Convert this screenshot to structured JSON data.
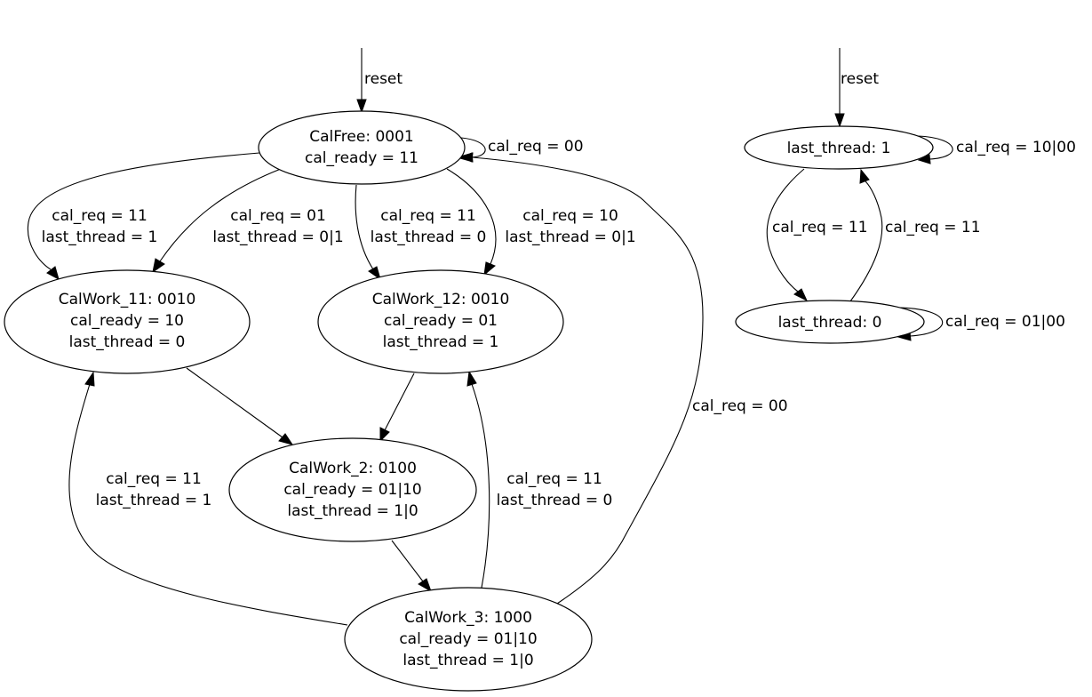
{
  "graphs": [
    {
      "name": "cal-state-machine",
      "reset_label": "reset",
      "nodes": {
        "calfree": [
          "CalFree: 0001",
          "cal_ready = 11"
        ],
        "calwork11": [
          "CalWork_11: 0010",
          "cal_ready = 10",
          "last_thread = 0"
        ],
        "calwork12": [
          "CalWork_12: 0010",
          "cal_ready = 01",
          "last_thread = 1"
        ],
        "calwork2": [
          "CalWork_2: 0100",
          "cal_ready = 01|10",
          "last_thread = 1|0"
        ],
        "calwork3": [
          "CalWork_3: 1000",
          "cal_ready = 01|10",
          "last_thread = 1|0"
        ]
      },
      "edges": {
        "calfree_self": [
          "cal_req = 00"
        ],
        "calfree_to_calwork11_a": [
          "cal_req = 11",
          "last_thread = 1"
        ],
        "calfree_to_calwork11_b": [
          "cal_req = 01",
          "last_thread = 0|1"
        ],
        "calfree_to_calwork12_a": [
          "cal_req = 11",
          "last_thread = 0"
        ],
        "calfree_to_calwork12_b": [
          "cal_req = 10",
          "last_thread = 0|1"
        ],
        "calwork3_to_calwork11": [
          "cal_req = 11",
          "last_thread = 1"
        ],
        "calwork3_to_calwork12": [
          "cal_req = 11",
          "last_thread = 0"
        ],
        "calwork3_to_calfree": [
          "cal_req = 00"
        ]
      }
    },
    {
      "name": "last-thread-machine",
      "reset_label": "reset",
      "nodes": {
        "lt1": [
          "last_thread: 1"
        ],
        "lt0": [
          "last_thread: 0"
        ]
      },
      "edges": {
        "lt1_self": [
          "cal_req = 10|00"
        ],
        "lt1_to_lt0": [
          "cal_req = 11"
        ],
        "lt0_to_lt1": [
          "cal_req = 11"
        ],
        "lt0_self": [
          "cal_req = 01|00"
        ]
      }
    }
  ]
}
